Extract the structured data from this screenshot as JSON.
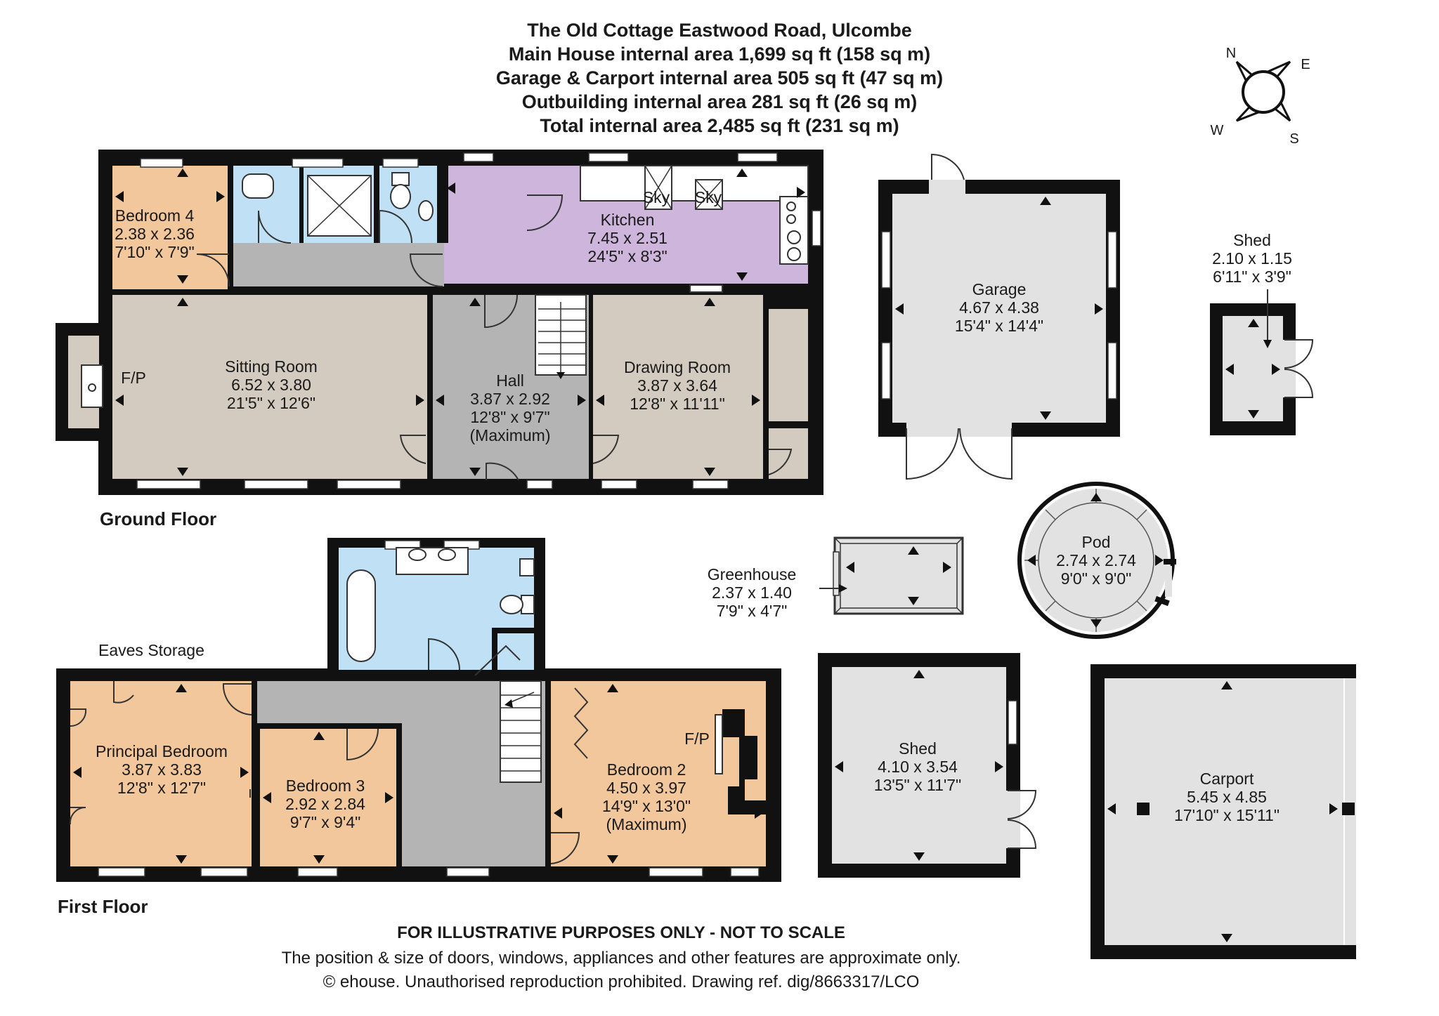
{
  "header": {
    "title": "The Old Cottage Eastwood Road, Ulcombe",
    "line_main": "Main House internal area 1,699 sq ft (158 sq m)",
    "line_garage": "Garage & Carport internal area 505 sq ft (47 sq m)",
    "line_outbuilding": "Outbuilding internal area 281 sq ft (26 sq m)",
    "line_total": "Total internal area 2,485 sq ft (231 sq m)"
  },
  "compass": {
    "n": "N",
    "e": "E",
    "s": "S",
    "w": "W"
  },
  "floors": {
    "ground": "Ground Floor",
    "first": "First Floor"
  },
  "rooms": {
    "bedroom4": {
      "name": "Bedroom 4",
      "metric": "2.38 x 2.36",
      "imperial": "7'10\" x 7'9\""
    },
    "kitchen": {
      "name": "Kitchen",
      "metric": "7.45 x 2.51",
      "imperial": "24'5\" x 8'3\""
    },
    "sitting": {
      "name": "Sitting Room",
      "metric": "6.52 x 3.80",
      "imperial": "21'5\" x 12'6\""
    },
    "hall": {
      "name": "Hall",
      "metric": "3.87 x 2.92",
      "imperial": "12'8\" x 9'7\"",
      "note": "(Maximum)"
    },
    "drawing": {
      "name": "Drawing Room",
      "metric": "3.87 x 3.64",
      "imperial": "12'8\" x 11'11\""
    },
    "garage": {
      "name": "Garage",
      "metric": "4.67 x 4.38",
      "imperial": "15'4\" x 14'4\""
    },
    "shed_small": {
      "name": "Shed",
      "metric": "2.10 x 1.15",
      "imperial": "6'11\" x 3'9\""
    },
    "greenhouse": {
      "name": "Greenhouse",
      "metric": "2.37 x 1.40",
      "imperial": "7'9\" x 4'7\""
    },
    "pod": {
      "name": "Pod",
      "metric": "2.74 x 2.74",
      "imperial": "9'0\" x 9'0\""
    },
    "principal": {
      "name": "Principal Bedroom",
      "metric": "3.87 x 3.83",
      "imperial": "12'8\" x 12'7\""
    },
    "bedroom3": {
      "name": "Bedroom 3",
      "metric": "2.92 x 2.84",
      "imperial": "9'7\" x 9'4\""
    },
    "bedroom2": {
      "name": "Bedroom 2",
      "metric": "4.50 x 3.97",
      "imperial": "14'9\" x 13'0\"",
      "note": "(Maximum)"
    },
    "shed_large": {
      "name": "Shed",
      "metric": "4.10 x 3.54",
      "imperial": "13'5\" x 11'7\""
    },
    "carport": {
      "name": "Carport",
      "metric": "5.45 x 4.85",
      "imperial": "17'10\" x 15'11\""
    }
  },
  "labels": {
    "fp_ground": "F/P",
    "fp_first": "F/P",
    "sky1": "Sky",
    "sky2": "Sky",
    "eaves": "Eaves Storage"
  },
  "footer": {
    "line1": "FOR ILLUSTRATIVE PURPOSES ONLY - NOT TO SCALE",
    "line2": "The position & size of doors, windows, appliances and other features are approximate only.",
    "line3": "© ehouse. Unauthorised reproduction prohibited. Drawing ref. dig/8663317/LCO"
  },
  "colors": {
    "bedroom": "#f2c79c",
    "bathroom": "#bfe0f5",
    "kitchen": "#ceb5dc",
    "living": "#d4cbc0",
    "circulation": "#b4b4b4",
    "outbuilding": "#e2e2e2",
    "wall": "#111111"
  }
}
